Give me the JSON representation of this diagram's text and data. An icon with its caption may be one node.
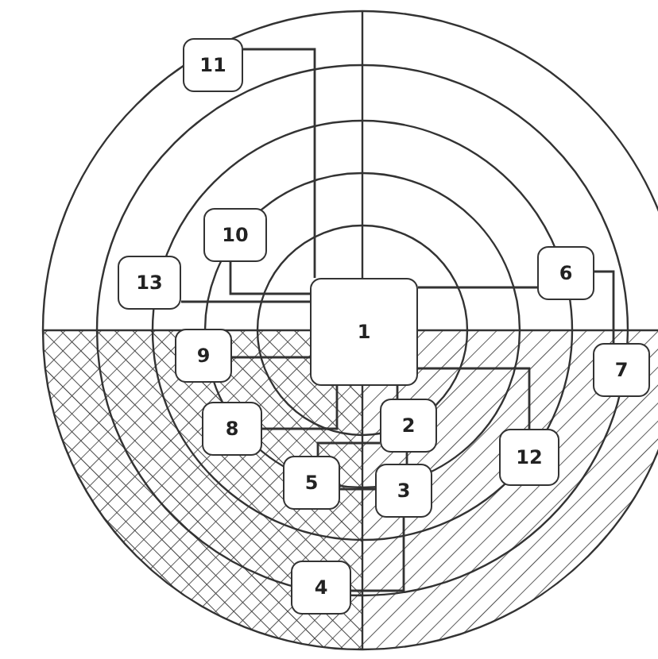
{
  "diagram": {
    "nodes": [
      {
        "text": [
          "11"
        ]
      },
      {
        "text": [
          "10"
        ]
      },
      {
        "text": [
          "13"
        ]
      },
      {
        "text": [
          "6"
        ]
      },
      {
        "text": [
          "1"
        ]
      },
      {
        "text": [
          "7"
        ]
      },
      {
        "text": [
          "9"
        ]
      },
      {
        "text": [
          "8"
        ]
      },
      {
        "text": [
          "2"
        ]
      },
      {
        "text": [
          "12"
        ]
      },
      {
        "text": [
          "5"
        ]
      },
      {
        "text": [
          "3"
        ]
      },
      {
        "text": [
          "4"
        ]
      }
    ],
    "edges": [
      {
        "from": 0,
        "to": 4,
        "arrow": "none"
      },
      {
        "from": 1,
        "to": 4,
        "arrow": "none"
      },
      {
        "from": 2,
        "to": 4,
        "arrow": "none"
      },
      {
        "from": 3,
        "to": 4,
        "arrow": "none"
      },
      {
        "from": 3,
        "to": 5,
        "arrow": "none"
      },
      {
        "from": 6,
        "to": 4,
        "arrow": "none"
      },
      {
        "from": 7,
        "to": 4,
        "arrow": "none"
      },
      {
        "from": 8,
        "to": 4,
        "arrow": "none"
      },
      {
        "from": 10,
        "to": 8,
        "arrow": "none"
      },
      {
        "from": 8,
        "to": 11,
        "arrow": "none"
      },
      {
        "from": 10,
        "to": 11,
        "arrow": "none"
      },
      {
        "from": 11,
        "to": 12,
        "arrow": "none"
      },
      {
        "from": 9,
        "to": 4,
        "arrow": "none"
      }
    ]
  }
}
